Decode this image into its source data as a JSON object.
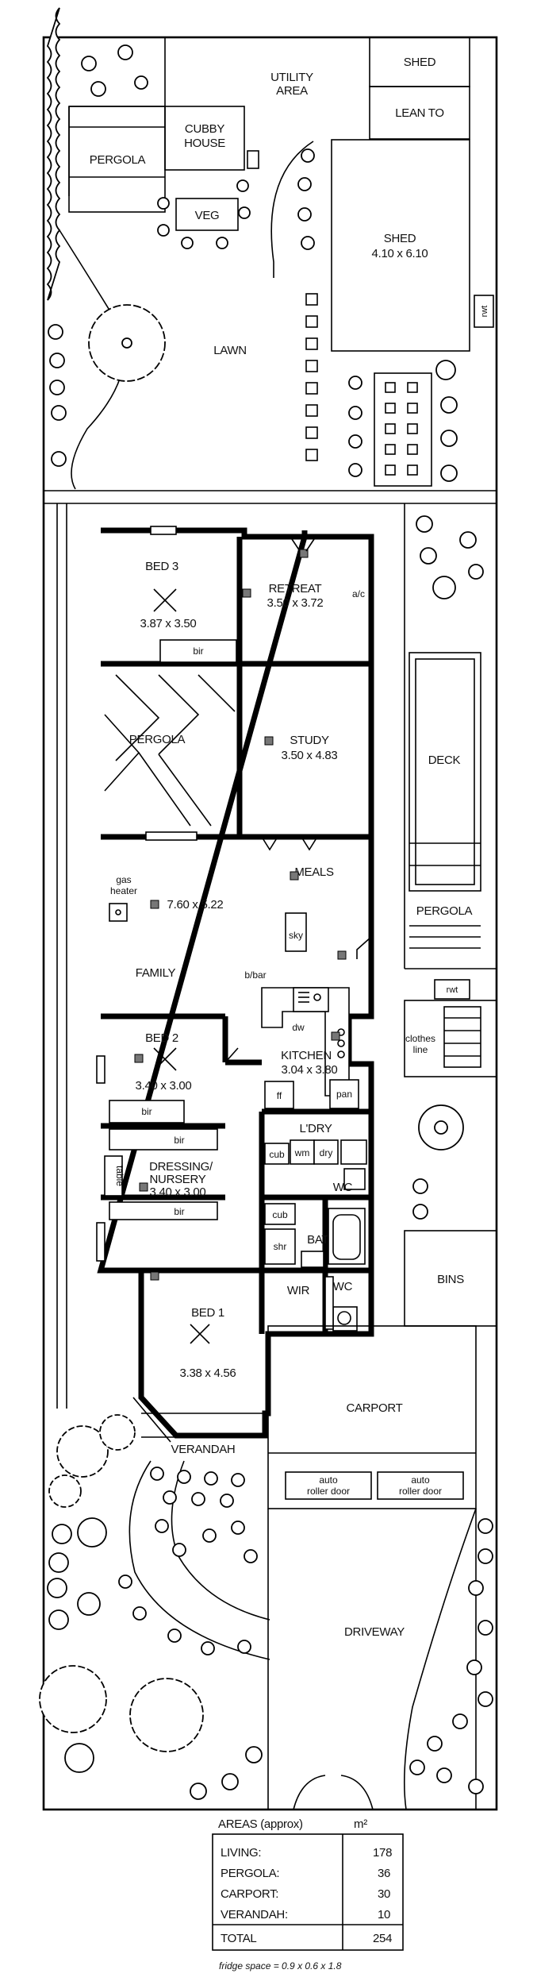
{
  "plan": {
    "outdoor": {
      "utility": "UTILITY",
      "area": "AREA",
      "shed_small": "SHED",
      "lean_to": "LEAN TO",
      "pergola_back": "PERGOLA",
      "cubby_1": "CUBBY",
      "cubby_2": "HOUSE",
      "veg": "VEG",
      "shed_large": "SHED",
      "shed_large_dim": "4.10 x 6.10",
      "lawn": "LAWN",
      "rwt_top": "rwt",
      "deck": "DECK",
      "pergola_side": "PERGOLA",
      "rwt_side": "rwt",
      "clothes_1": "clothes",
      "clothes_2": "line",
      "bins": "BINS",
      "carport": "CARPORT",
      "roller_auto": "auto",
      "roller_door": "roller door",
      "verandah": "VERANDAH",
      "driveway": "DRIVEWAY"
    },
    "rooms": {
      "bed3": "BED 3",
      "bed3_dim": "3.87 x 3.50",
      "bir": "bir",
      "retreat": "RETREAT",
      "retreat_dim": "3.50 x 3.72",
      "ac": "a/c",
      "pergola_inner": "PERGOLA",
      "study": "STUDY",
      "study_dim": "3.50 x 4.83",
      "meals": "MEALS",
      "family_dim": "7.60 x 5.22",
      "gas_1": "gas",
      "gas_2": "heater",
      "sky": "sky",
      "family": "FAMILY",
      "bbar": "b/bar",
      "dw": "dw",
      "kitchen": "KITCHEN",
      "kitchen_dim": "3.04 x 3.80",
      "ff": "ff",
      "pan": "pan",
      "bed2": "BED 2",
      "bed2_dim": "3.40 x 3.00",
      "ldry": "L'DRY",
      "cub": "cub",
      "wm": "wm",
      "dry": "dry",
      "wc": "WC",
      "dressing": "DRESSING/",
      "nursery": "NURSERY",
      "dressing_dim": "3.40 x 3.00",
      "table": "table",
      "shr": "shr",
      "bath": "BATH",
      "wir": "WIR",
      "bed1": "BED 1",
      "bed1_dim": "3.38 x 4.56"
    },
    "areas": {
      "heading": "AREAS (approx)",
      "unit": "m²",
      "rows": [
        {
          "label": "LIVING:",
          "value": "178"
        },
        {
          "label": "PERGOLA:",
          "value": "36"
        },
        {
          "label": "CARPORT:",
          "value": "30"
        },
        {
          "label": "VERANDAH:",
          "value": "10"
        },
        {
          "label": "TOTAL",
          "value": "254"
        }
      ],
      "note": "fridge space = 0.9 x 0.6 x 1.8"
    }
  }
}
